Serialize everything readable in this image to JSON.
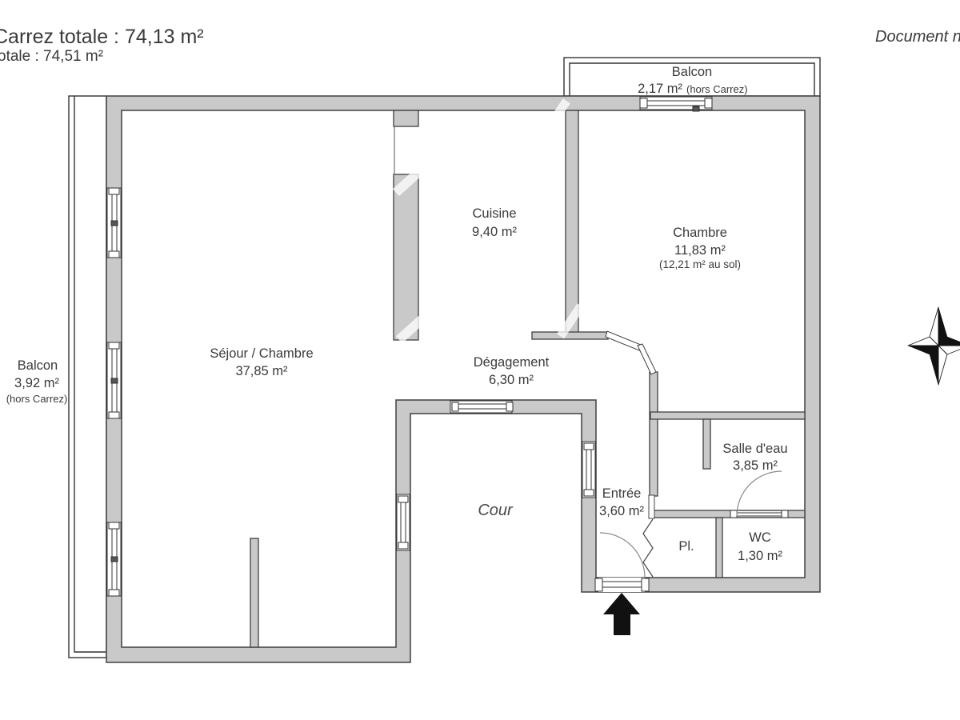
{
  "header": {
    "carrez_total": "Carrez totale :  74,13 m²",
    "total": "otale :  74,51 m²",
    "doc_note": "Document n"
  },
  "balconies": {
    "top": {
      "label": "Balcon",
      "area": "2,17 m²",
      "note": "(hors Carrez)"
    },
    "left": {
      "label": "Balcon",
      "area": "3,92 m²",
      "note": "(hors Carrez)"
    }
  },
  "rooms": {
    "sejour": {
      "label": "Séjour / Chambre",
      "area": "37,85 m²"
    },
    "cuisine": {
      "label": "Cuisine",
      "area": "9,40 m²"
    },
    "chambre": {
      "label": "Chambre",
      "area": "11,83 m²",
      "area_floor": "(12,21 m² au sol)"
    },
    "degagement": {
      "label": "Dégagement",
      "area": "6,30 m²"
    },
    "salle_eau": {
      "label": "Salle d'eau",
      "area": "3,85 m²"
    },
    "entree": {
      "label": "Entrée",
      "area": "3,60 m²"
    },
    "placard": {
      "label": "Pl."
    },
    "wc": {
      "label": "WC",
      "area": "1,30 m²"
    },
    "cour": {
      "label": "Cour"
    }
  },
  "colors": {
    "wall_fill": "#c9c9c9",
    "wall_stroke": "#404040",
    "text": "#3a3a3a"
  }
}
